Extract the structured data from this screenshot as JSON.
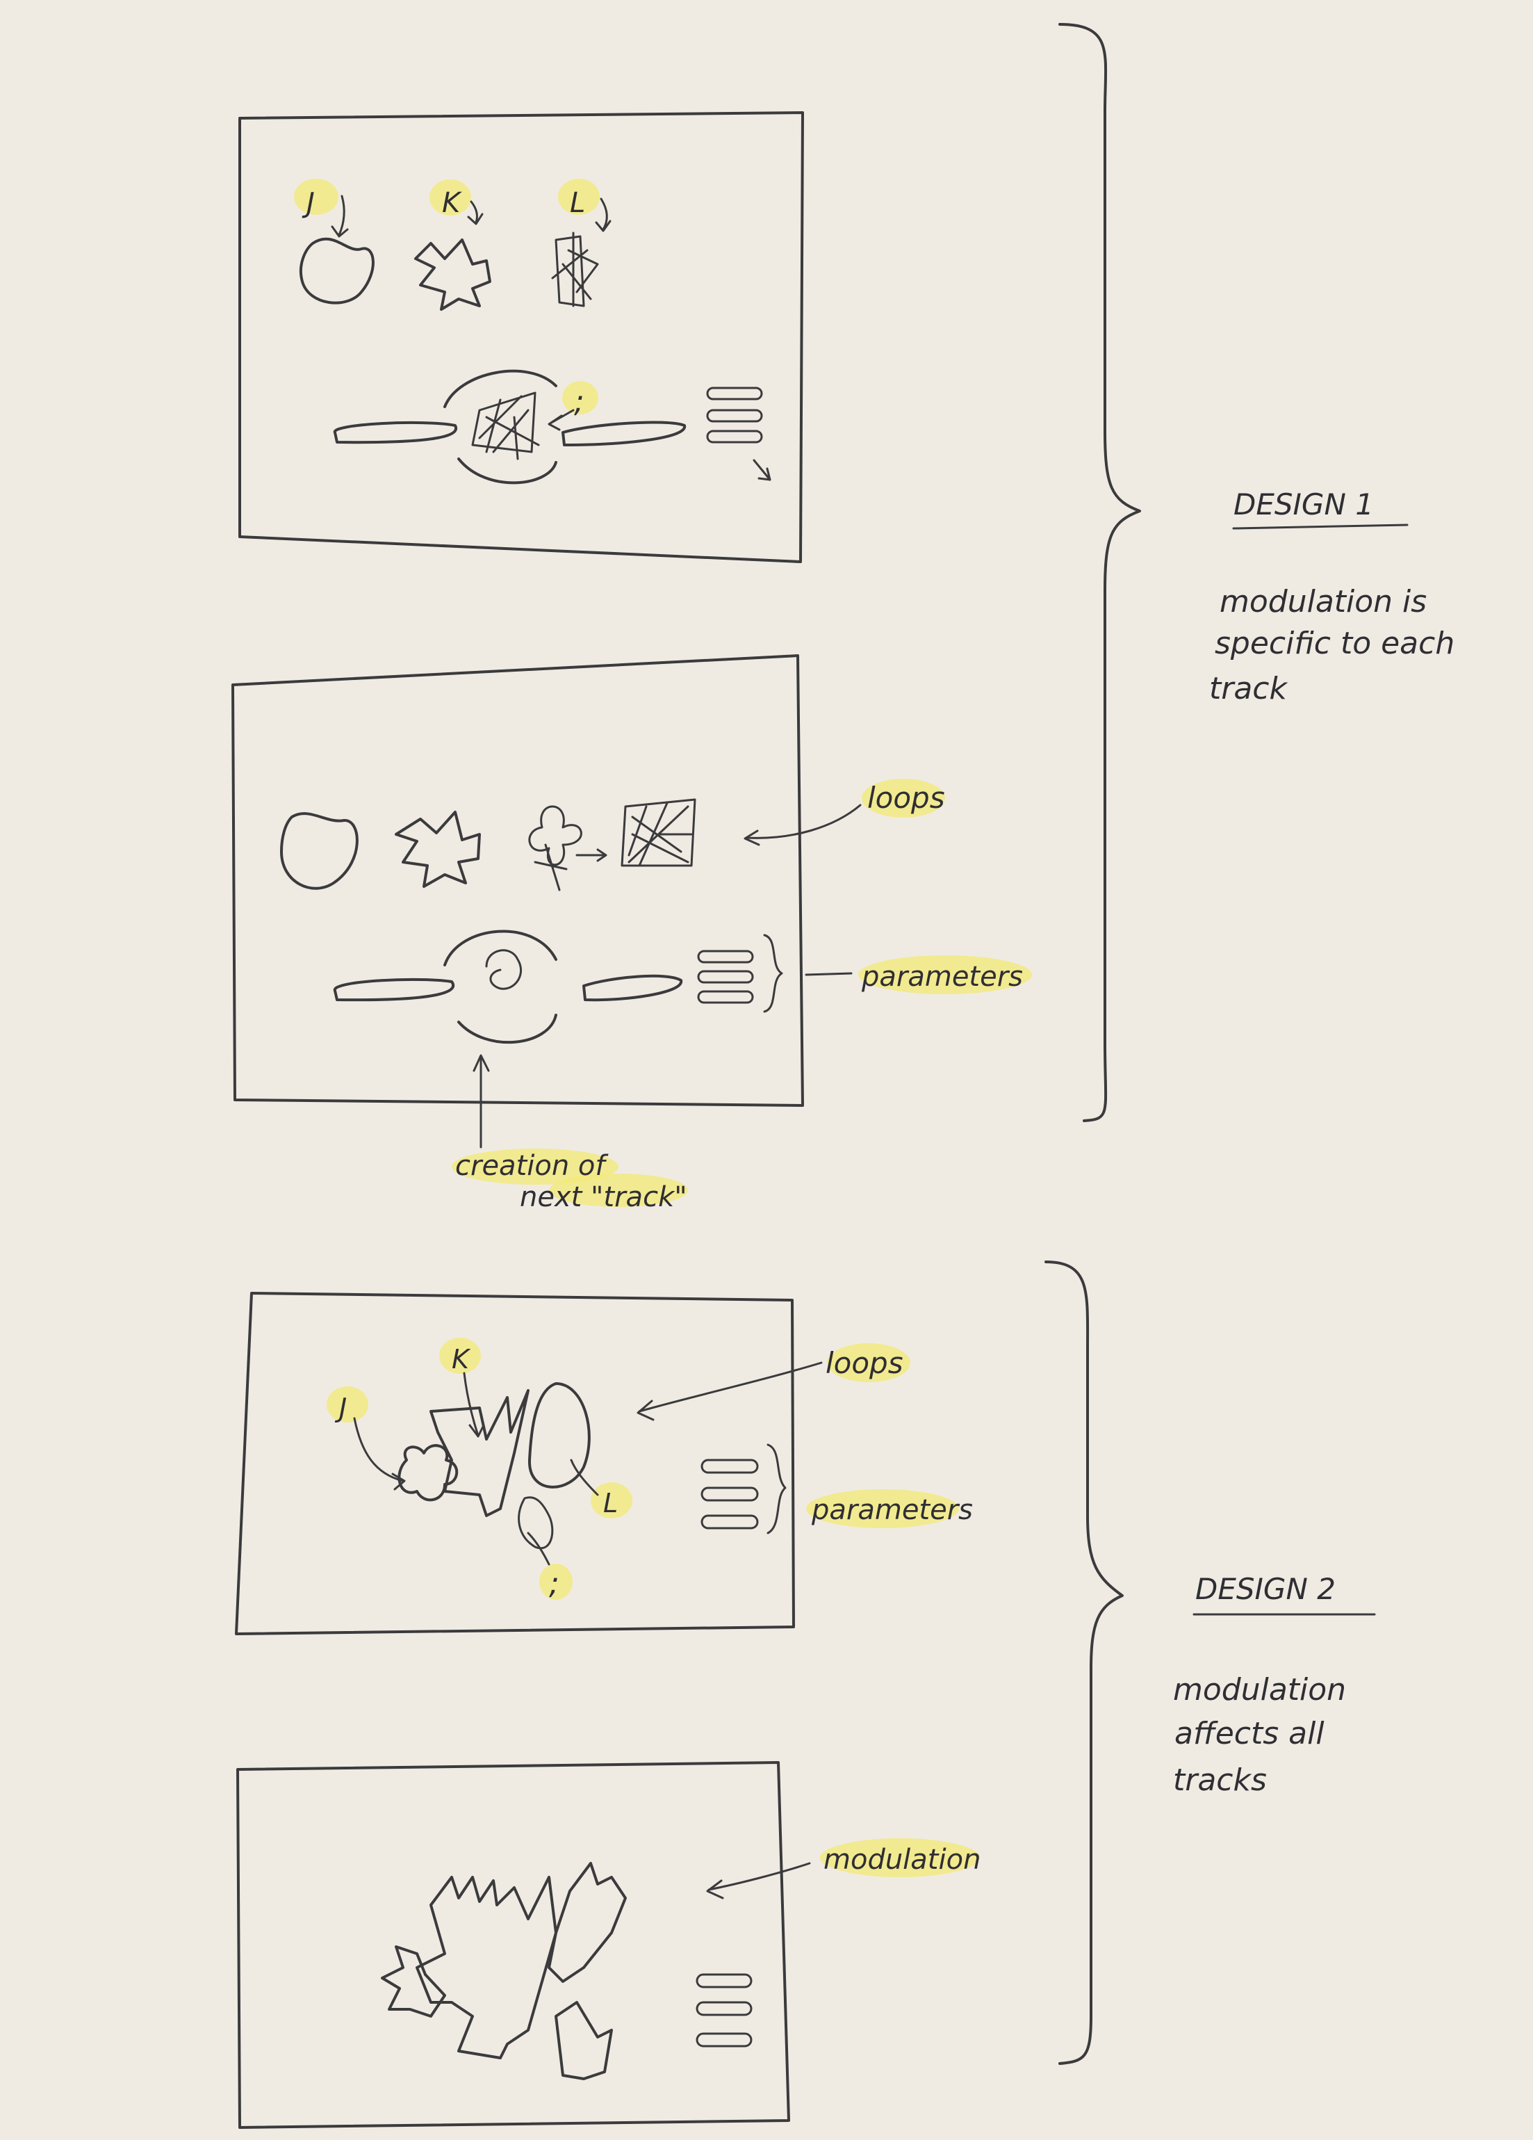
{
  "colors": {
    "paper": "#efebe3",
    "ink": "#3b3a3c",
    "highlight": "#f3ea7a"
  },
  "design1": {
    "heading": "DESIGN 1",
    "note_lines": [
      "modulation is",
      "specific to each",
      "track"
    ],
    "frame1_labels": {
      "j": "J",
      "k": "K",
      "l": "L",
      "semi": ";"
    },
    "frame2_annotations": {
      "loops": "loops",
      "parameters": "parameters",
      "creation_line1": "creation of",
      "creation_line2": "next \"track\""
    }
  },
  "design2": {
    "heading": "DESIGN 2",
    "note_lines": [
      "modulation",
      "affects all",
      "tracks"
    ],
    "frame3_labels": {
      "j": "J",
      "k": "K",
      "l": "L",
      "semi": ";"
    },
    "frame3_annotations": {
      "loops": "loops",
      "parameters": "parameters"
    },
    "frame4_annotations": {
      "modulation": "modulation"
    }
  }
}
